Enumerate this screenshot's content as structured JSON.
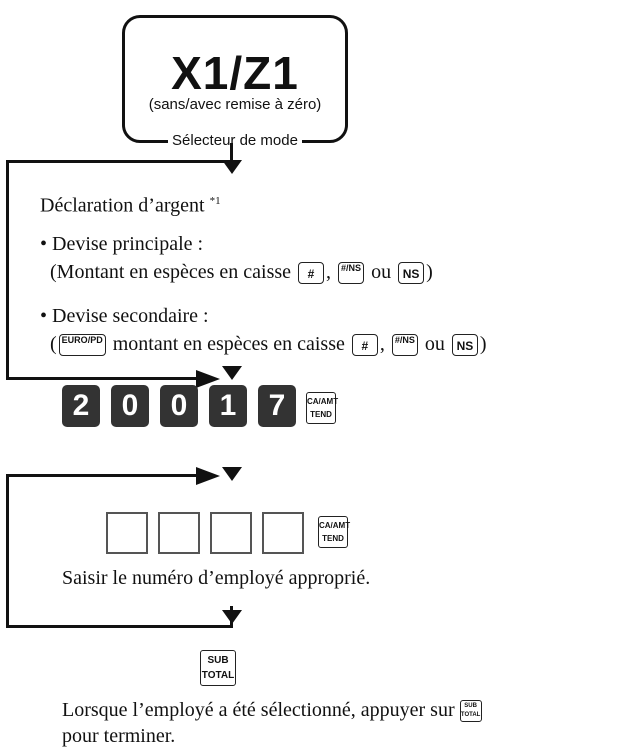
{
  "mode_selector": {
    "title": "X1/Z1",
    "subtitle": "(sans/avec remise à zéro)",
    "label": "Sélecteur de mode"
  },
  "declaration": {
    "heading": "Déclaration d’argent",
    "note": "*1",
    "main_currency_label": "• Devise principale :",
    "main_currency_text": "(Montant en espèces en caisse",
    "secondary_currency_label": "• Devise secondaire :",
    "secondary_currency_text": "montant en espèces en caisse",
    "separator": ",",
    "or_word": "ou",
    "close_paren": ")",
    "open_paren": "("
  },
  "keys": {
    "hash": "#",
    "hash_ns_top": "#",
    "hash_ns_bottom": "NS",
    "ns": "NS",
    "euro_top": "EURO",
    "euro_bottom": "PD",
    "ca_top": "CA/AMT",
    "ca_bottom": "TEND",
    "sub_top": "SUB",
    "sub_bottom": "TOTAL"
  },
  "code_digits": [
    "2",
    "0",
    "0",
    "1",
    "7"
  ],
  "employee": {
    "instruction": "Saisir le numéro d’employé approprié."
  },
  "final": {
    "line1": "Lorsque l’employé a été sélectionné, appuyer sur",
    "line2": "pour terminer."
  }
}
